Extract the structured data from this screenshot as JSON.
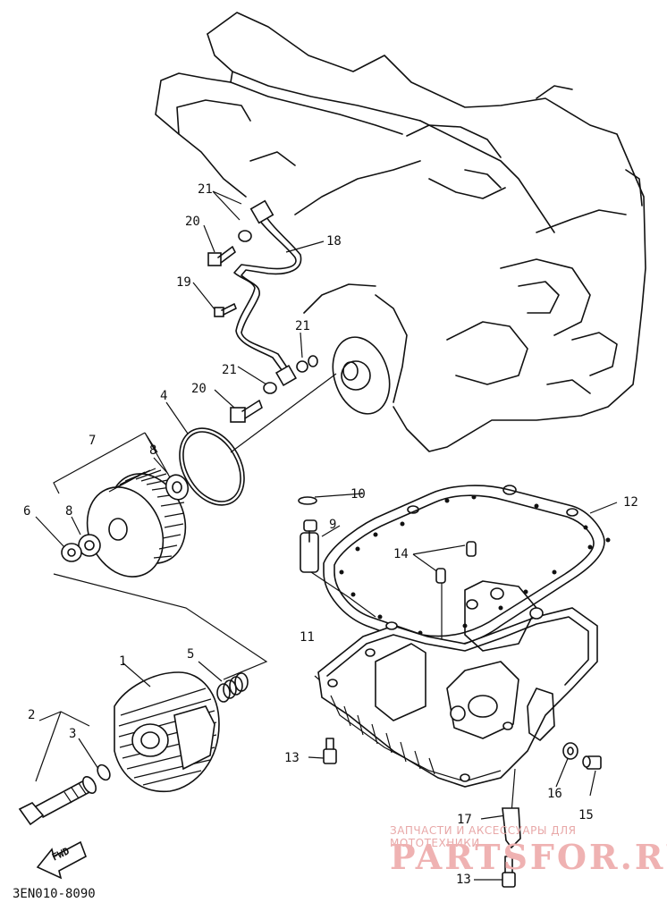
{
  "diagram_code": "3EN010-8090",
  "fwd_label": "FWD",
  "watermark": {
    "line1": "ЗАПЧАСТИ И АКСЕССУАРЫ ДЛЯ МОТОТЕХНИКИ",
    "line2": "PARTSFOR.RU"
  },
  "callouts": {
    "c1": "1",
    "c2": "2",
    "c3": "3",
    "c4": "4",
    "c5": "5",
    "c6": "6",
    "c7": "7",
    "c8a": "8",
    "c8b": "8",
    "c9": "9",
    "c10": "10",
    "c11": "11",
    "c12": "12",
    "c13a": "13",
    "c13b": "13",
    "c14": "14",
    "c15": "15",
    "c16": "16",
    "c17": "17",
    "c18": "18",
    "c19": "19",
    "c20a": "20",
    "c20b": "20",
    "c21a": "21",
    "c21b": "21",
    "c21c": "21"
  }
}
